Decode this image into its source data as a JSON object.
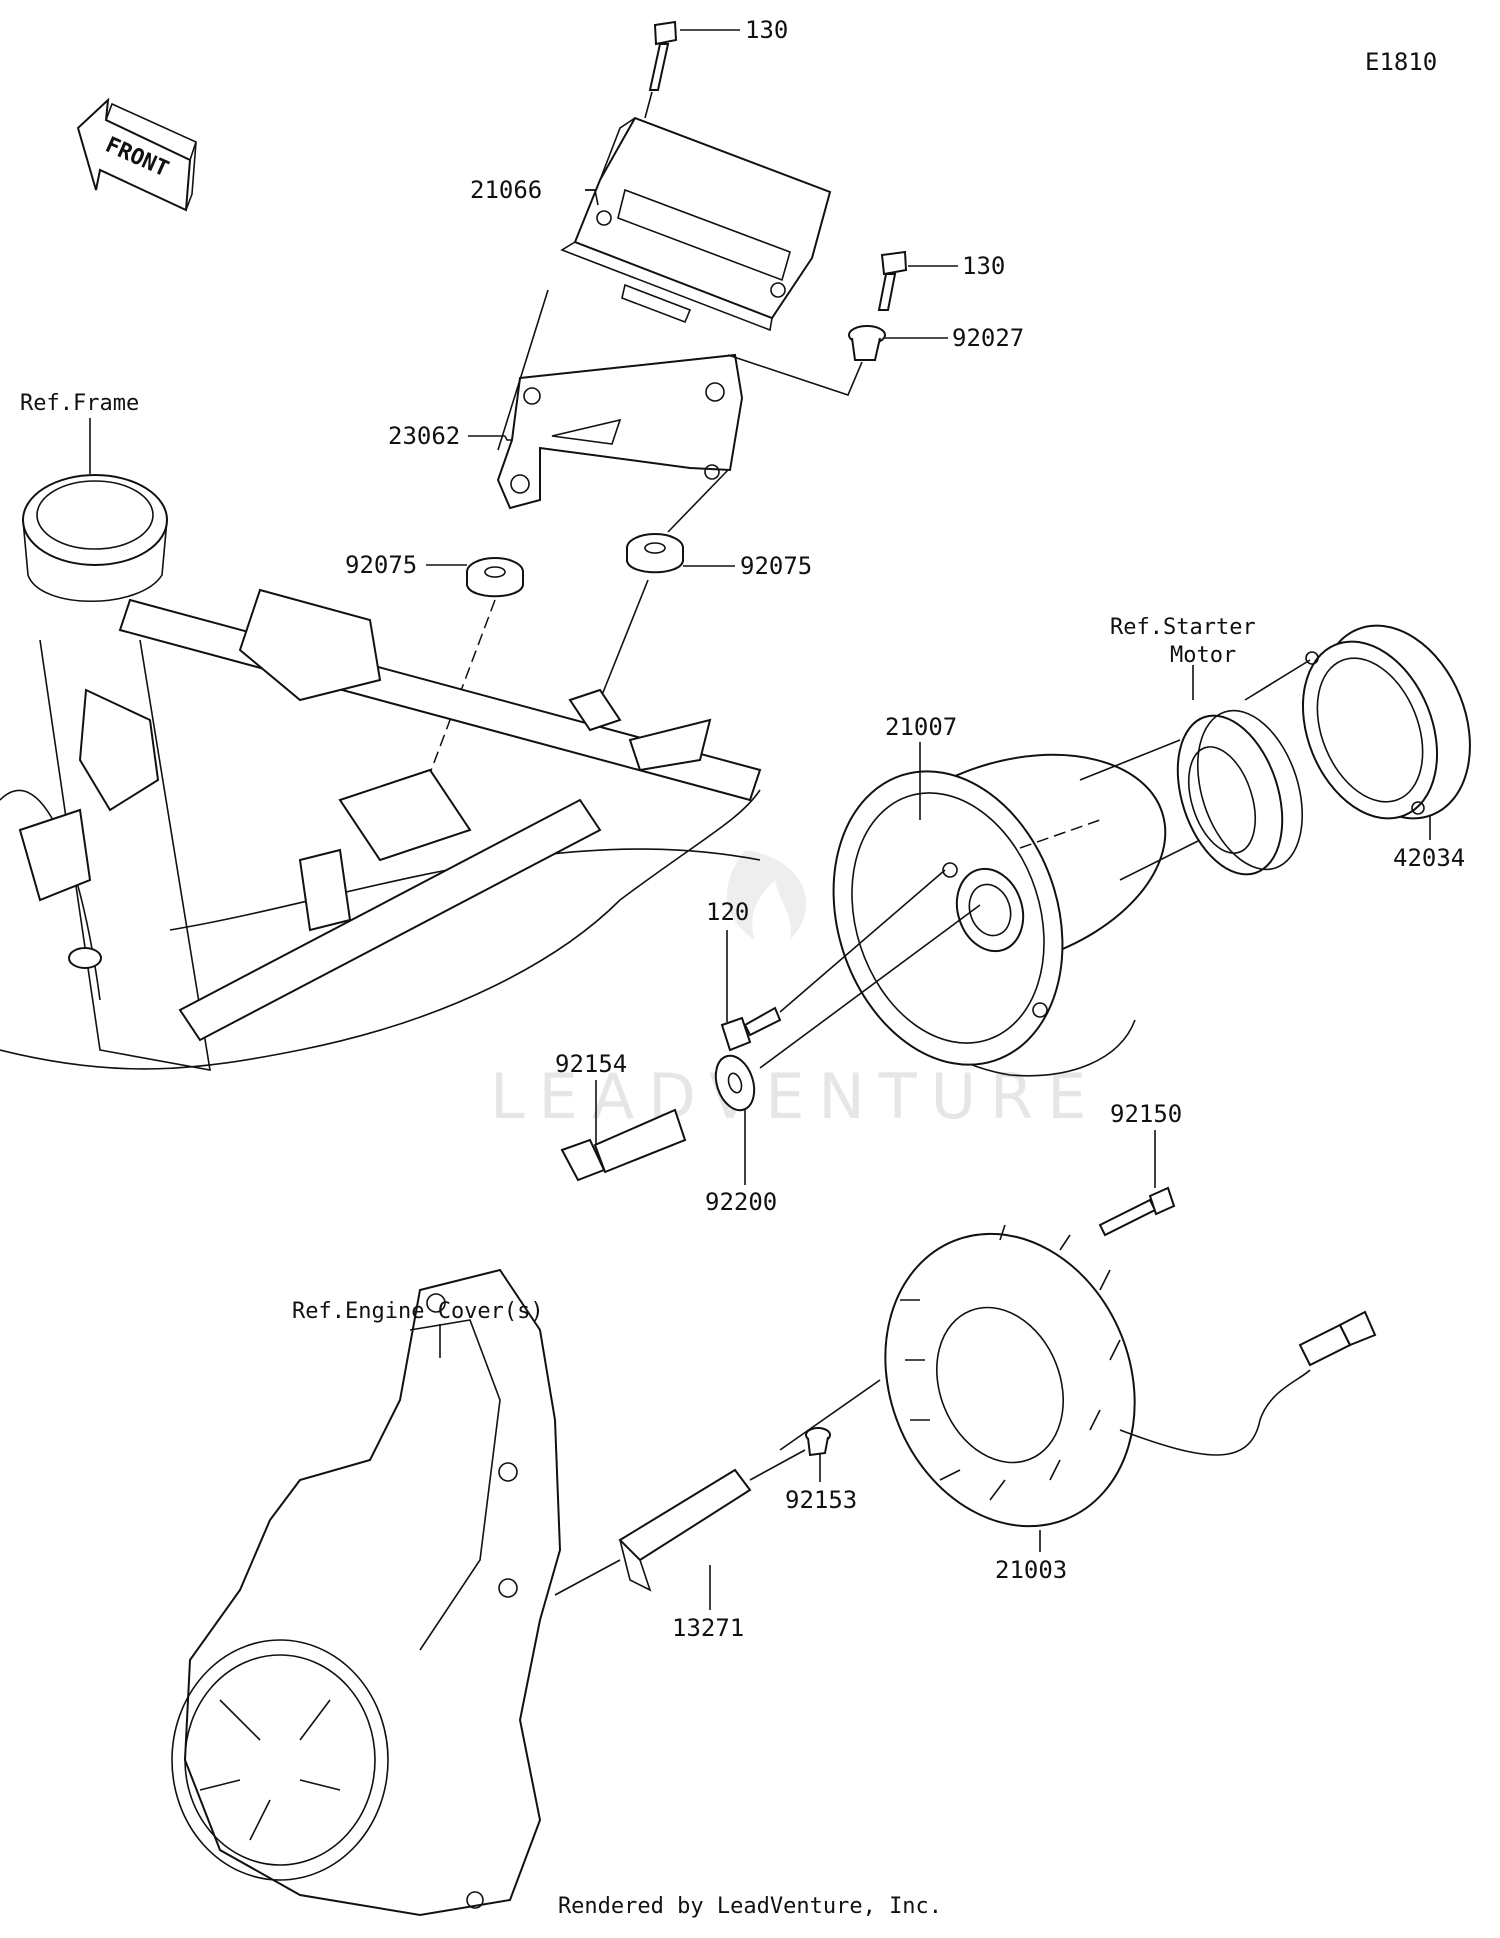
{
  "diagram_code": "E1810",
  "front_label": "FRONT",
  "watermark": "LEADVENTURE",
  "footer": "Rendered by LeadVenture, Inc.",
  "refs": {
    "frame": "Ref.Frame",
    "starter_motor_line1": "Ref.Starter",
    "starter_motor_line2": "Motor",
    "engine_cover": "Ref.Engine Cover(s)"
  },
  "parts": {
    "bolt_130_top": "130",
    "regulator_21066": "21066",
    "bolt_130_right": "130",
    "collar_92027": "92027",
    "bracket_23062": "23062",
    "damper_92075_left": "92075",
    "damper_92075_right": "92075",
    "rotor_21007": "21007",
    "one_way_clutch_42034": "42034",
    "bolt_120": "120",
    "bolt_92154": "92154",
    "washer_92200": "92200",
    "bolt_92150": "92150",
    "stator_21003": "21003",
    "screw_92153": "92153",
    "clamp_13271": "13271"
  }
}
